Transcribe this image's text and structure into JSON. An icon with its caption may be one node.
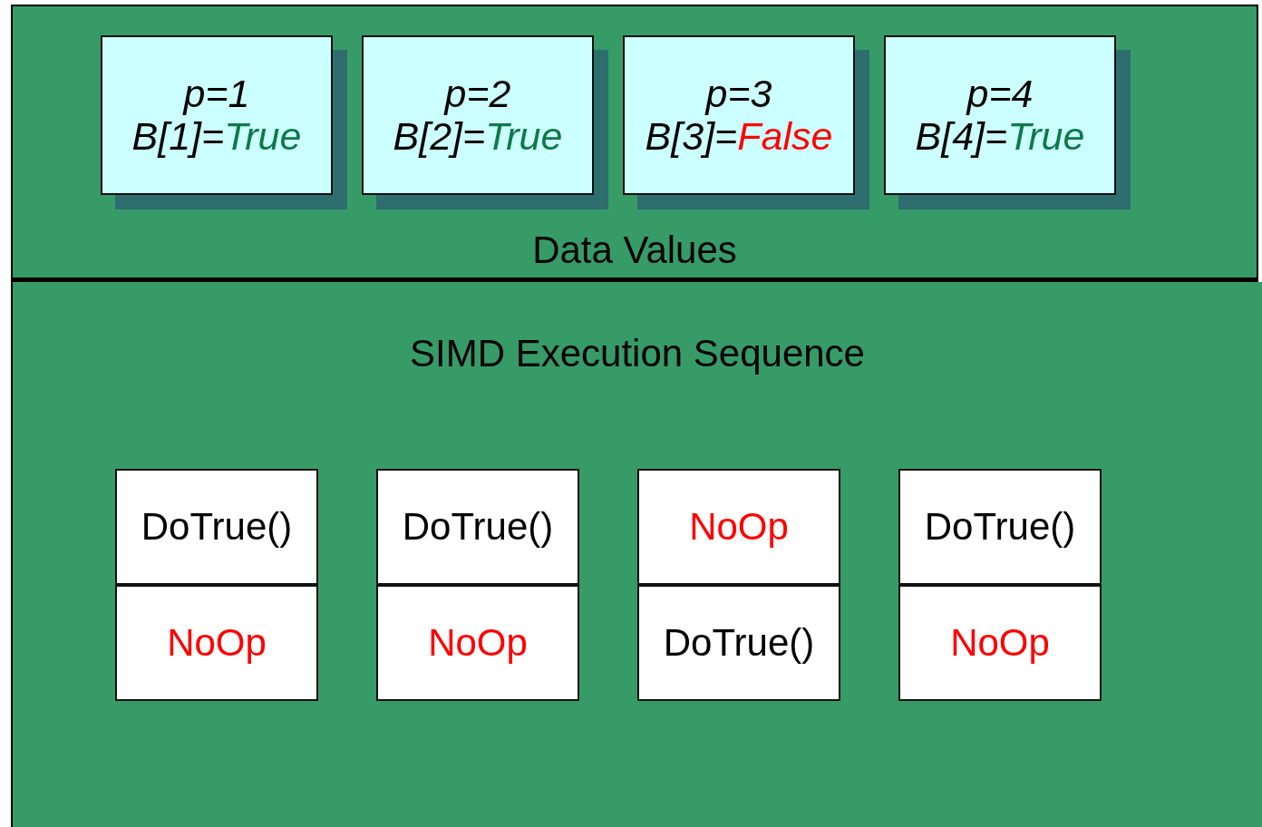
{
  "diagram": {
    "nodes": [
      {
        "text": [
          "Data Values"
        ]
      },
      {
        "text": [
          "p=1",
          "B[1]=",
          "True"
        ],
        "in": 0
      },
      {
        "text": [
          "p=2",
          "B[2]=",
          "True"
        ],
        "in": 0
      },
      {
        "text": [
          "p=3",
          "B[3]=",
          "False"
        ],
        "in": 0
      },
      {
        "text": [
          "p=4",
          "B[4]=",
          "True"
        ],
        "in": 0
      },
      {
        "text": [
          "SIMD Execution Sequence"
        ]
      },
      {
        "text": [
          "DoTrue()"
        ],
        "in": 5
      },
      {
        "text": [
          "DoTrue()"
        ],
        "in": 5
      },
      {
        "text": [
          "NoOp"
        ],
        "in": 5
      },
      {
        "text": [
          "DoTrue()"
        ],
        "in": 5
      },
      {
        "text": [
          "NoOp"
        ],
        "in": 5
      },
      {
        "text": [
          "NoOp"
        ],
        "in": 5
      },
      {
        "text": [
          "DoTrue()"
        ],
        "in": 5
      },
      {
        "text": [
          "NoOp"
        ],
        "in": 5
      }
    ]
  }
}
